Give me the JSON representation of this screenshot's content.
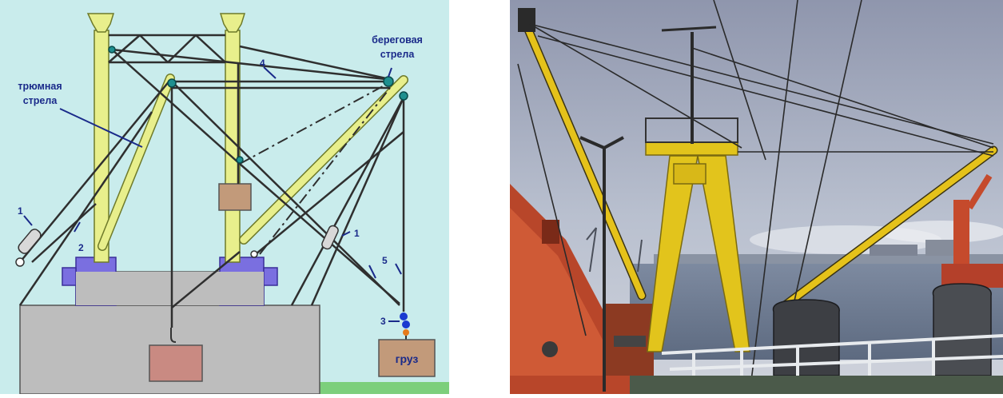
{
  "diagram": {
    "label_hold_boom_line1": "трюмная",
    "label_hold_boom_line2": "стрела",
    "label_shore_boom_line1": "береговая",
    "label_shore_boom_line2": "стрела",
    "label_cargo": "груз",
    "callouts": {
      "n1_left": "1",
      "n1_right": "1",
      "n2": "2",
      "n3": "3",
      "n4": "4",
      "n5": "5"
    },
    "colors": {
      "background": "#c9ecec",
      "mast": "#e8ef8c",
      "deck": "#bdbdbd",
      "foundation": "#7a6fe0",
      "cargo_box": "#c29a7a",
      "hold_cargo": "#c98a82",
      "ground": "#7ccf7c",
      "rigging": "#2f2f2f",
      "label_text": "#1a2a8a"
    }
  },
  "photo": {
    "description_icons": [
      "ship-mast-icon",
      "cargo-boom-icon",
      "rigging-icon"
    ]
  }
}
